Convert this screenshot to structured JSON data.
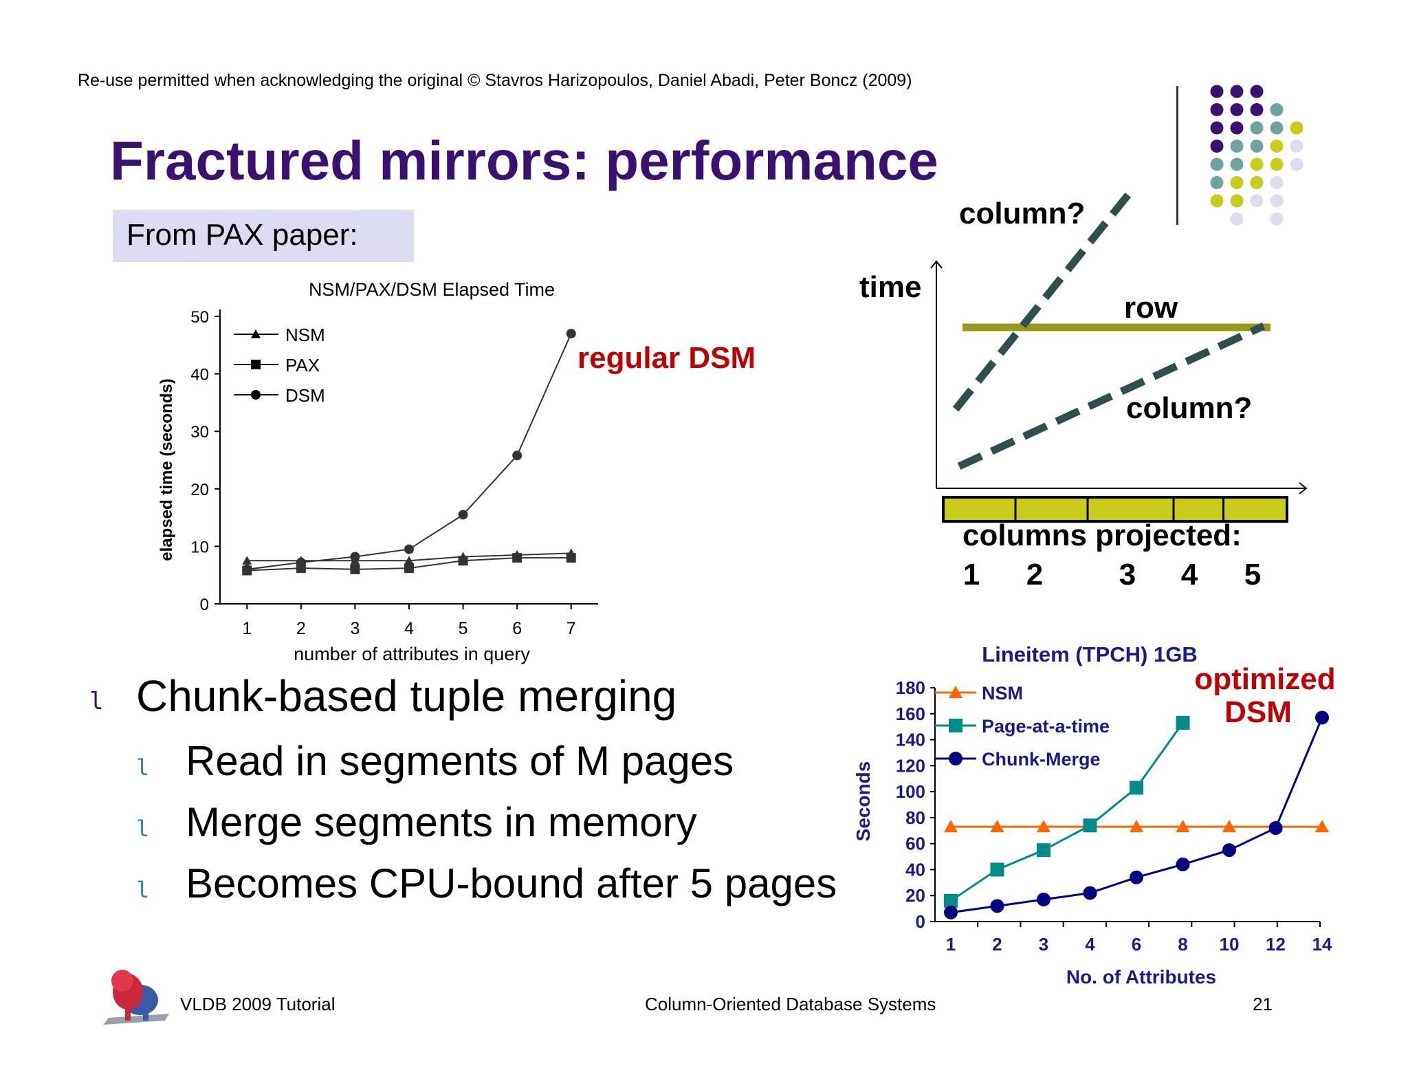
{
  "header": {
    "copyright": "Re-use permitted when acknowledging the original © Stavros Harizopoulos, Daniel Abadi, Peter Boncz (2009)",
    "title": "Fractured mirrors: performance",
    "subtitle": "From PAX paper:"
  },
  "bullets": {
    "marker": "l",
    "main": "Chunk-based tuple merging",
    "subs": [
      "Read in segments of M pages",
      "Merge segments in memory",
      "Becomes CPU-bound after 5 pages"
    ]
  },
  "footer": {
    "left": "VLDB 2009 Tutorial",
    "center": "Column-Oriented Database Systems",
    "page": "21"
  },
  "decor": {
    "dot_colors": [
      "#3a1070",
      "#6fa3a0",
      "#c8cc1a",
      "#dcdcee"
    ]
  },
  "chart_data": [
    {
      "type": "line",
      "title": "NSM/PAX/DSM Elapsed Time",
      "xlabel": "number of attributes in query",
      "ylabel": "elapsed time (seconds)",
      "x": [
        1,
        2,
        3,
        4,
        5,
        6,
        7
      ],
      "xticks": [
        "1",
        "2",
        "3",
        "4",
        "5",
        "6",
        "7"
      ],
      "yticks": [
        "0",
        "10",
        "20",
        "30",
        "40",
        "50"
      ],
      "ylim": [
        0,
        50
      ],
      "legend": "top-left",
      "series": [
        {
          "name": "NSM",
          "marker": "triangle",
          "values": [
            7.5,
            7.5,
            7.5,
            7.5,
            8.2,
            8.5,
            8.8
          ]
        },
        {
          "name": "PAX",
          "marker": "square",
          "values": [
            5.8,
            6.2,
            6.0,
            6.2,
            7.5,
            8.0,
            8.0
          ]
        },
        {
          "name": "DSM",
          "marker": "circle",
          "values": [
            6.0,
            7.2,
            8.2,
            9.5,
            15.5,
            25.8,
            47.0
          ]
        }
      ],
      "annotation": "regular DSM"
    },
    {
      "type": "line",
      "title": "",
      "ylabel": "time",
      "xlabel": "columns projected:",
      "xticks": [
        "1",
        "2",
        "3",
        "4",
        "5"
      ],
      "columns_bar_fill": "#c8cc1a",
      "row_color": "#9a9a1a",
      "column_color": "#2f4f4f",
      "series": [
        {
          "name": "row",
          "style": "solid"
        },
        {
          "name": "column?",
          "style": "dashed",
          "trend": "steep"
        },
        {
          "name": "column?",
          "style": "dashed",
          "trend": "shallow"
        }
      ]
    },
    {
      "type": "line",
      "title": "Lineitem (TPCH) 1GB",
      "xlabel": "No. of Attributes",
      "ylabel": "Seconds",
      "x": [
        1,
        2,
        3,
        4,
        6,
        8,
        10,
        12,
        14
      ],
      "xticks": [
        "1",
        "2",
        "3",
        "4",
        "6",
        "8",
        "10",
        "12",
        "14"
      ],
      "yticks": [
        "0",
        "20",
        "40",
        "60",
        "80",
        "100",
        "120",
        "140",
        "160",
        "180"
      ],
      "ylim": [
        0,
        180
      ],
      "legend": "top-left",
      "series": [
        {
          "name": "NSM",
          "marker": "triangle",
          "color": "#ff6600",
          "values": [
            73,
            73,
            73,
            73,
            73,
            73,
            73,
            73,
            73
          ]
        },
        {
          "name": "Page-at-a-time",
          "marker": "square",
          "color": "#008b8b",
          "values": [
            16,
            40,
            55,
            74,
            103,
            153
          ]
        },
        {
          "name": "Chunk-Merge",
          "marker": "circle",
          "color": "#000080",
          "values": [
            7,
            12,
            17,
            22,
            34,
            44,
            55,
            72,
            157
          ]
        }
      ],
      "annotation": [
        "optimized",
        "DSM"
      ]
    }
  ]
}
